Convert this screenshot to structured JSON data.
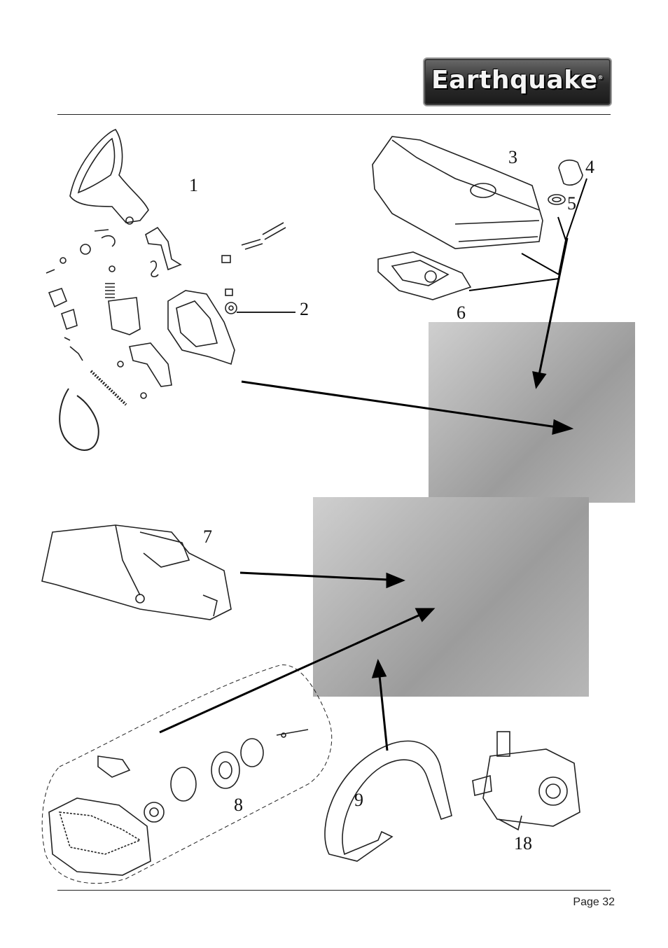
{
  "brand": {
    "logo_text": "Earthquake",
    "registered_mark": "®"
  },
  "parts": {
    "p1": "1",
    "p2": "2",
    "p3": "3",
    "p4": "4",
    "p5": "5",
    "p6": "6",
    "p7": "7",
    "p8": "8",
    "p9": "9",
    "p18": "18"
  },
  "footer": {
    "page_label": "Page 32"
  }
}
